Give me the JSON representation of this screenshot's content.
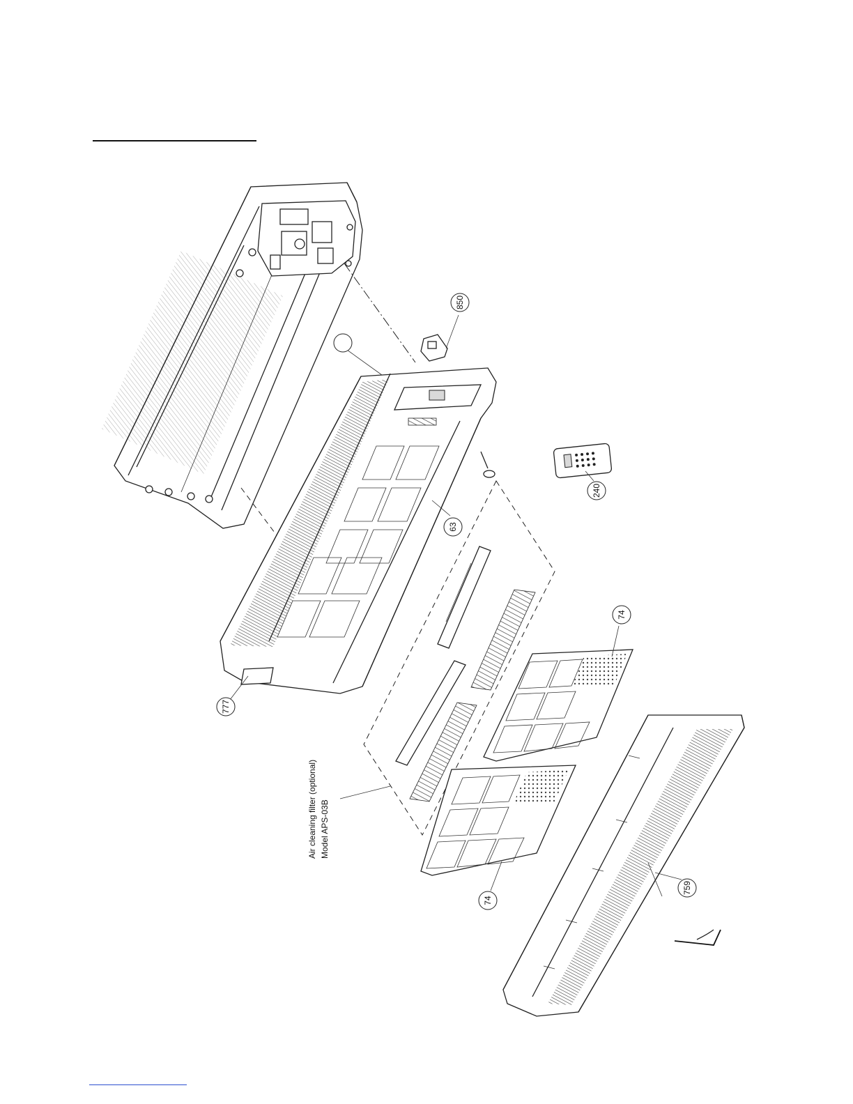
{
  "callouts": [
    {
      "label": "850"
    },
    {
      "label": "63"
    },
    {
      "label": "240"
    },
    {
      "label": "777"
    },
    {
      "label": "74"
    },
    {
      "label": "74"
    },
    {
      "label": "759"
    },
    {
      "label": ""
    }
  ],
  "note": {
    "line1": "Air cleaning filter (optional)",
    "line2": "Model APS-03B"
  }
}
